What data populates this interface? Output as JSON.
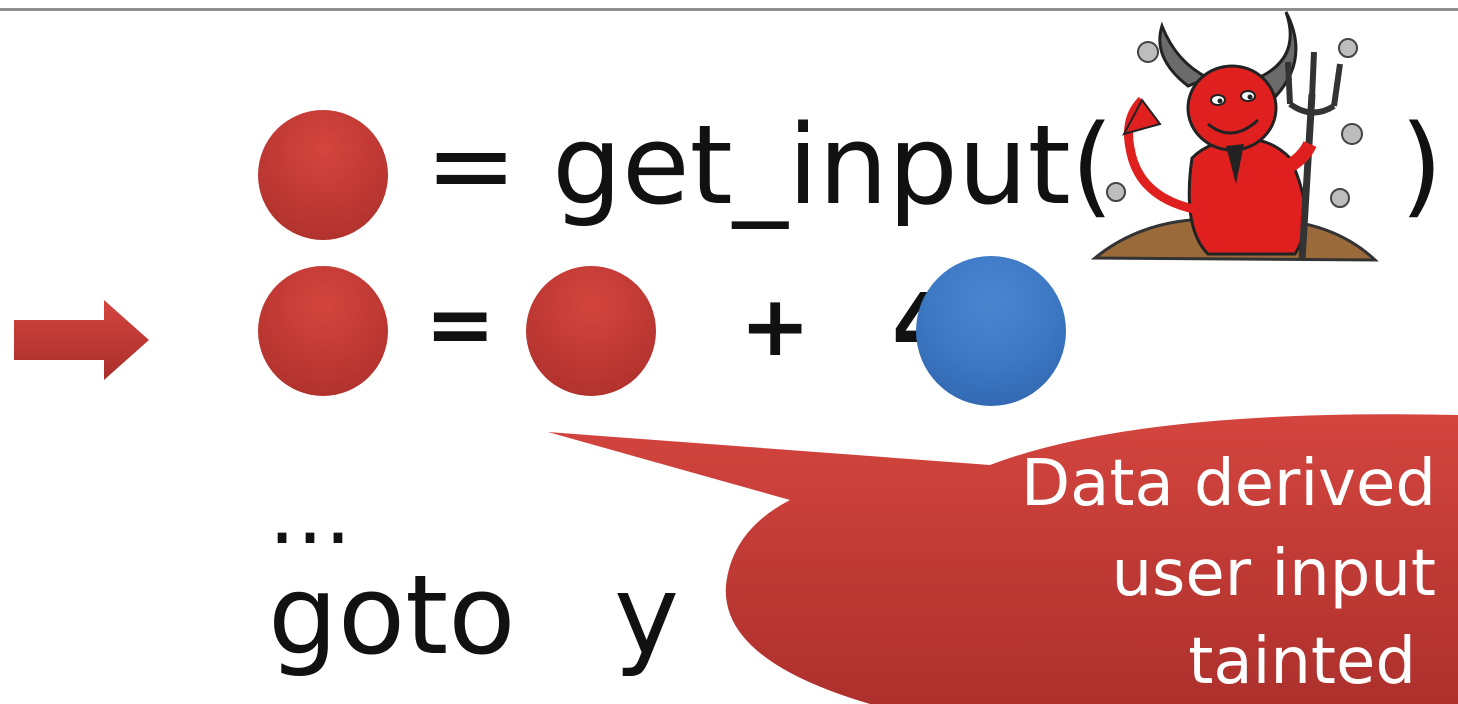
{
  "slide": {
    "line1": {
      "assign": "= get_input(",
      "close_paren": ")"
    },
    "line2": {
      "assign": "=",
      "plus": "+",
      "hidden_glyph": "4"
    },
    "line3": {
      "ellipsis": "…"
    },
    "line4": {
      "goto": "goto",
      "target": "y"
    },
    "callout": {
      "line1": "Data derived",
      "line2": "user input",
      "line3": "tainted"
    }
  },
  "colors": {
    "tainted": "#c23a35",
    "clean": "#3c78c4",
    "callout": "#c63b36",
    "rule": "#8f8f8f"
  },
  "icons": [
    "right-arrow-icon",
    "devil-icon"
  ]
}
